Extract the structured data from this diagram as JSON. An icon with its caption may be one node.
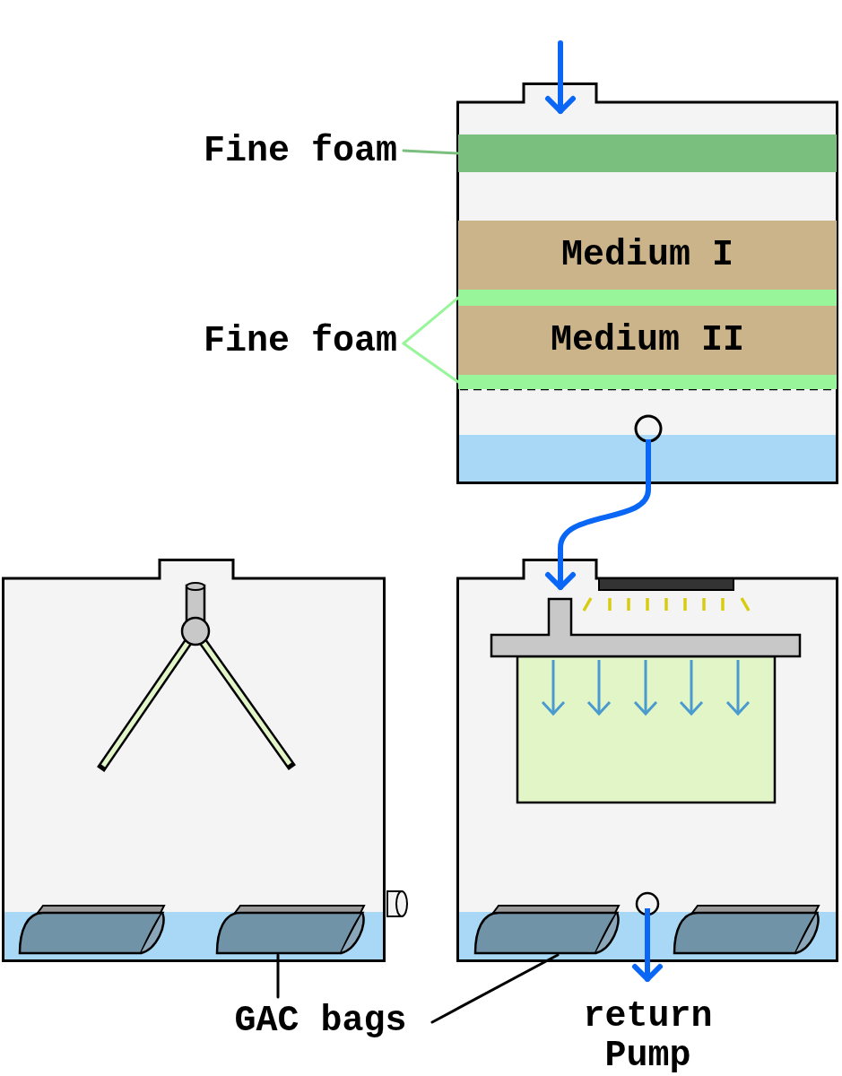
{
  "diagram": {
    "nodes": [
      {
        "text": [],
        "shape": "box"
      },
      {
        "text": [
          "Fine foam"
        ]
      },
      {
        "text": [],
        "shape": "bar",
        "in": 0
      },
      {
        "text": [
          "Medium I"
        ],
        "in": 0
      },
      {
        "text": [],
        "shape": "bar",
        "in": 0
      },
      {
        "text": [
          "Medium II"
        ],
        "in": 0
      },
      {
        "text": [
          "Fine foam"
        ]
      },
      {
        "text": [],
        "shape": "bar",
        "in": 0
      },
      {
        "text": [],
        "shape": "box"
      },
      {
        "text": [],
        "shape": "cylinder",
        "in": 8
      },
      {
        "text": [],
        "shape": "cylinder",
        "in": 8
      },
      {
        "text": [],
        "shape": "box"
      },
      {
        "text": [],
        "shape": "cylinder",
        "in": 11
      },
      {
        "text": [],
        "shape": "cylinder",
        "in": 11
      },
      {
        "text": [
          "GAC bags"
        ]
      },
      {
        "text": [
          "return Pump"
        ]
      }
    ],
    "edges": [
      {
        "from": null,
        "to": 0,
        "arrow": "to",
        "style": "thick",
        "color": "#0a66f5"
      },
      {
        "from": 1,
        "to": 2,
        "arrow": "none",
        "color": "#7bbf7e"
      },
      {
        "from": 6,
        "to": 4,
        "arrow": "none",
        "color": "#98f59a"
      },
      {
        "from": 6,
        "to": 7,
        "arrow": "none",
        "color": "#98f59a"
      },
      {
        "from": 0,
        "to": 11,
        "arrow": "to",
        "style": "thick",
        "color": "#0a66f5"
      },
      {
        "from": 14,
        "to": 10,
        "arrow": "none",
        "color": "#000000"
      },
      {
        "from": 14,
        "to": 12,
        "arrow": "none",
        "color": "#000000"
      },
      {
        "from": 11,
        "to": 15,
        "arrow": "to",
        "style": "thick",
        "color": "#0a66f5"
      }
    ]
  }
}
